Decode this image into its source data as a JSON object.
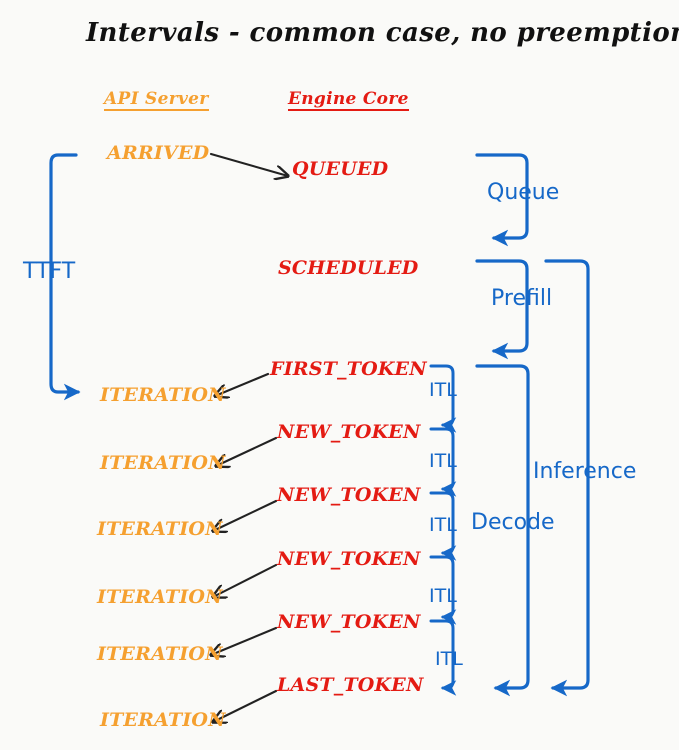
{
  "title": "Intervals - common case, no preemptions",
  "colors": {
    "background": "#FAFAF8",
    "orange": "#F5A030",
    "red": "#E41B13",
    "blue": "#1668C8",
    "black": "#222222"
  },
  "columns": [
    {
      "label": "API Server",
      "color": "#F5A030"
    },
    {
      "label": "Engine Core",
      "color": "#E41B13"
    }
  ],
  "api_states": [
    {
      "label": "ARRIVED"
    },
    {
      "label": "ITERATION"
    },
    {
      "label": "ITERATION"
    },
    {
      "label": "ITERATION"
    },
    {
      "label": "ITERATION"
    },
    {
      "label": "ITERATION"
    },
    {
      "label": "ITERATION"
    }
  ],
  "engine_states": [
    {
      "label": "QUEUED"
    },
    {
      "label": "SCHEDULED"
    },
    {
      "label": "FIRST_TOKEN"
    },
    {
      "label": "NEW_TOKEN"
    },
    {
      "label": "NEW_TOKEN"
    },
    {
      "label": "NEW_TOKEN"
    },
    {
      "label": "NEW_TOKEN"
    },
    {
      "label": "LAST_TOKEN"
    }
  ],
  "intervals": [
    {
      "label": "TTFT"
    },
    {
      "label": "Queue"
    },
    {
      "label": "Prefill"
    },
    {
      "label": "Inference"
    },
    {
      "label": "Decode"
    }
  ],
  "itl_labels": [
    {
      "label": "ITL"
    },
    {
      "label": "ITL"
    },
    {
      "label": "ITL"
    },
    {
      "label": "ITL"
    },
    {
      "label": "ITL"
    }
  ]
}
